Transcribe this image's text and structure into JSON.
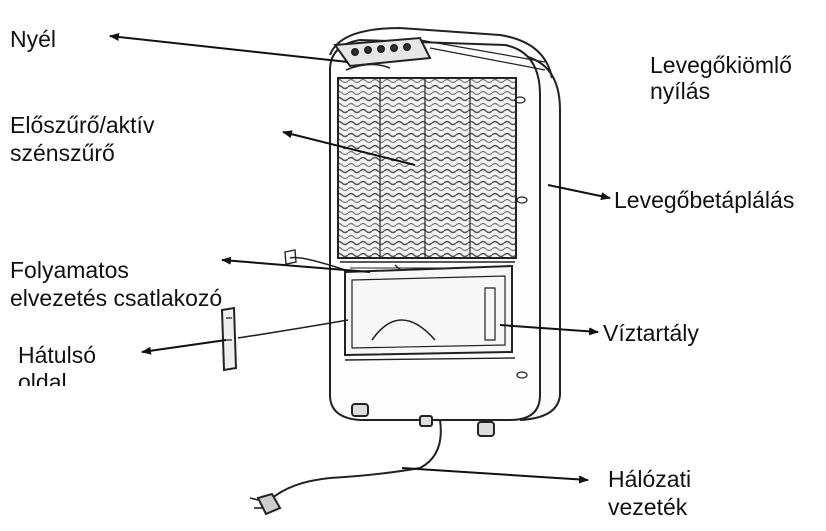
{
  "labels": {
    "handle": "Nyél",
    "air_outlet_line1": "Levegőkiömlő",
    "air_outlet_line2": "nyílás",
    "prefilter_line1": "Előszűrő/aktív",
    "prefilter_line2": "szénszűrő",
    "air_inlet": "Levegőbetáplálás",
    "drain_line1": "Folyamatos",
    "drain_line2": "elvezetés csatlakozó",
    "water_tank": "Víztartály",
    "back_line1": "Hátulsó",
    "back_line2": "oldal",
    "power_line1": "Hálózati",
    "power_line2": "vezeték"
  }
}
